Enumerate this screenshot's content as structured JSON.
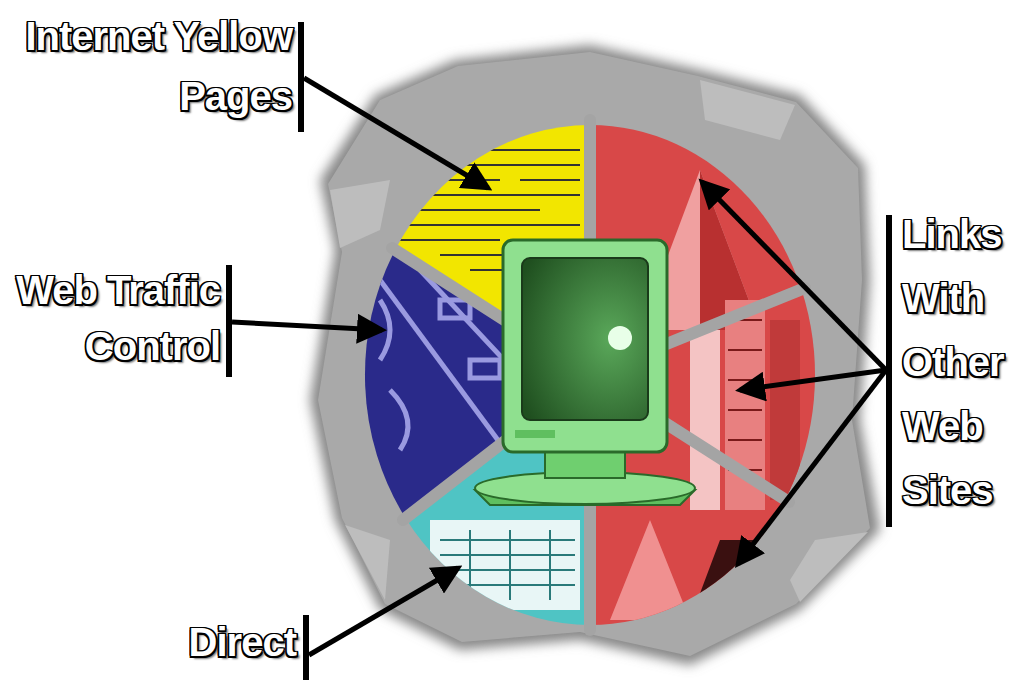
{
  "diagram": {
    "labels": [
      "Internet Yellow Pages",
      "Web Traffic Control",
      "Direct",
      "Links With Other Web Sites"
    ]
  }
}
